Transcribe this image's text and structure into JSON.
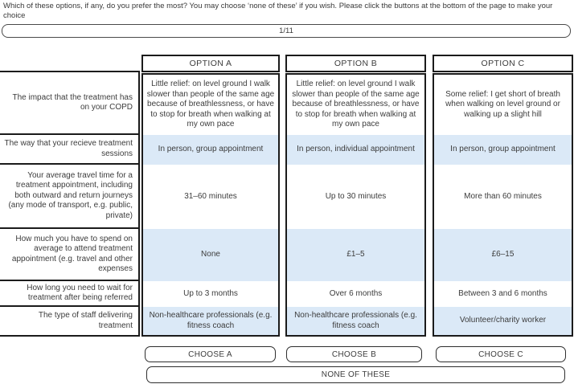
{
  "question": "Which of these options, if any, do you prefer the most? You may choose ‘none of these’ if you wish. Please click the buttons at the bottom of the page to make your choice",
  "progress": "1/11",
  "table": {
    "option_headers": [
      "OPTION A",
      "OPTION B",
      "OPTION C"
    ],
    "rows": [
      {
        "label": "The impact that the treatment has on your COPD",
        "options": [
          "Little relief: on level ground I walk slower than people of the same age because of breathlessness, or have to stop for breath when walking at my own pace",
          "Little relief: on level ground I walk slower than people of the same age because of breathlessness, or have to stop for breath when walking at my own pace",
          "Some relief: I get short of breath when walking on level ground or walking up a slight hill"
        ]
      },
      {
        "label": "The way that your recieve treatment sessions",
        "options": [
          "In person, group appointment",
          "In person, individual appointment",
          "In person, group appointment"
        ]
      },
      {
        "label": "Your average travel time for a treatment appointment, including both outward and return journeys (any mode of transport, e.g. public, private)",
        "options": [
          "31–60 minutes",
          "Up to 30 minutes",
          "More than 60 minutes"
        ]
      },
      {
        "label": "How much you have to spend on average to attend treatment appointment (e.g. travel and other expenses",
        "options": [
          "None",
          "£1–5",
          "£6–15"
        ]
      },
      {
        "label": "How long you need to wait for treatment after being referred",
        "options": [
          "Up to 3 months",
          "Over 6 months",
          "Between 3 and 6 months"
        ]
      },
      {
        "label": "The type of staff delivering treatment",
        "options": [
          "Non-healthcare professionals (e.g. fitness coach",
          "Non-healthcare professionals (e.g. fitness coach",
          "Volunteer/charity worker"
        ]
      }
    ]
  },
  "buttons": {
    "choose_a": "CHOOSE A",
    "choose_b": "CHOOSE B",
    "choose_c": "CHOOSE C",
    "none_of_these": "NONE OF THESE"
  },
  "colors": {
    "row_highlight": "#dbe9f7",
    "table_border": "#1b1b1b",
    "text": "#3c3c3c"
  }
}
